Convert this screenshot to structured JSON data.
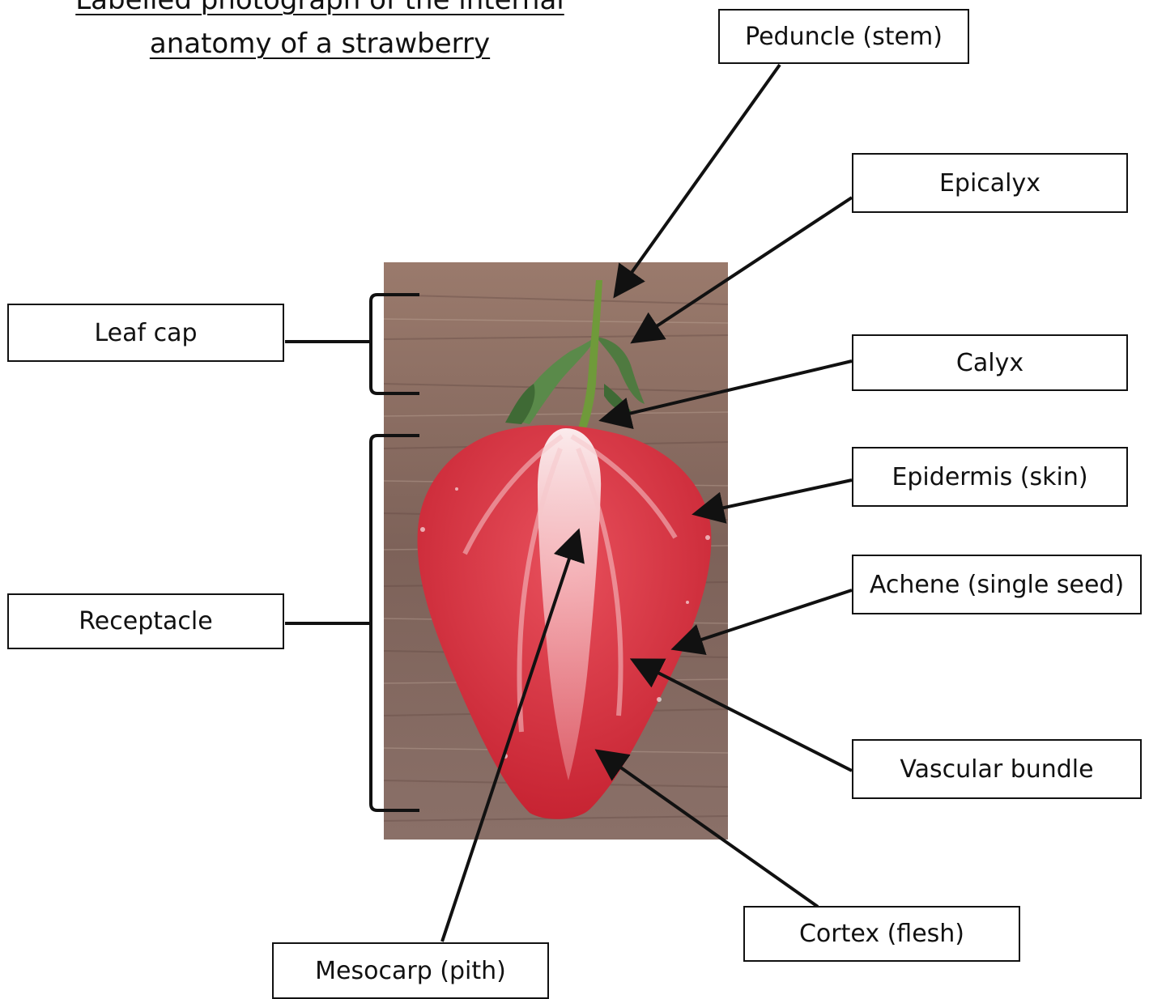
{
  "title": {
    "line1": "Labelled photograph of the internal",
    "line2": "anatomy of a strawberry"
  },
  "labels": {
    "peduncle": "Peduncle (stem)",
    "epicalyx": "Epicalyx",
    "leaf_cap": "Leaf cap",
    "calyx": "Calyx",
    "epidermis": "Epidermis (skin)",
    "receptacle": "Receptacle",
    "achene": "Achene (single seed)",
    "vascular_bundle": "Vascular bundle",
    "cortex": "Cortex (flesh)",
    "mesocarp": "Mesocarp (pith)"
  },
  "colors": {
    "line": "#111111",
    "flesh": "#d8303f",
    "pith": "#f2c9cc",
    "wood": "#8b6d60",
    "stem": "#6f9a3a"
  }
}
